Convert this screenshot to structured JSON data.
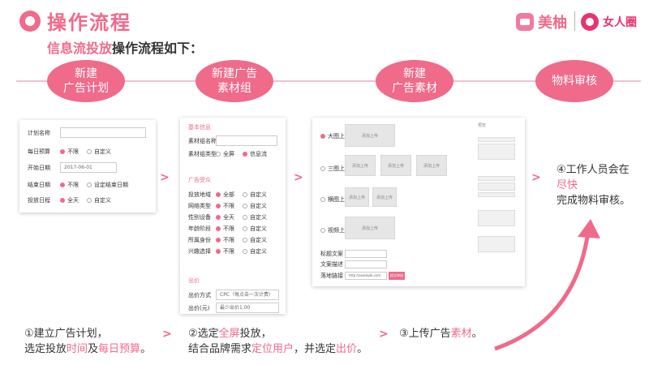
{
  "header": {
    "title": "操作流程",
    "subtitle_highlight": "信息流投放",
    "subtitle_rest": "操作流程如下：",
    "logo_meiyou": "美柚",
    "logo_nvrenquan": "女人圈"
  },
  "steps": [
    {
      "line1": "新建",
      "line2": "广告计划"
    },
    {
      "line1": "新建广告",
      "line2": "素材组"
    },
    {
      "line1": "新建",
      "line2": "广告素材"
    },
    {
      "line1": "物料审核",
      "line2": ""
    }
  ],
  "form1": {
    "plan_name_label": "计划名称",
    "daily_budget_label": "每日预算",
    "unlimited": "不限",
    "custom": "自定义",
    "start_date_label": "开始日期",
    "start_date_value": "2017-06-01",
    "end_date_label": "结束日期",
    "no_end": "设定结束日期",
    "schedule_label": "投放日程",
    "all_day": "全天"
  },
  "form2": {
    "section_basic": "基本信息",
    "group_name_label": "素材组名称",
    "group_type_label": "素材组类型",
    "type_all": "全屏",
    "type_feed": "信息流",
    "section_target": "广告受众",
    "rows": [
      {
        "label": "投放地域",
        "opt1": "全部",
        "opt2": "自定义"
      },
      {
        "label": "网络类型",
        "opt1": "不限",
        "opt2": "自定义"
      },
      {
        "label": "性别设备",
        "opt1": "全天",
        "opt2": "自定义"
      },
      {
        "label": "年龄阶段",
        "opt1": "不限",
        "opt2": "自定义"
      },
      {
        "label": "所属身份",
        "opt1": "不限",
        "opt2": "自定义"
      },
      {
        "label": "兴趣选择",
        "opt1": "不限",
        "opt2": "自定义"
      }
    ],
    "section_bid": "出价",
    "bid_mode_label": "出价方式",
    "bid_mode_value": "CPC（每点击一次计费）",
    "bid_label": "出价(元)",
    "bid_placeholder": "最少出价1.00"
  },
  "form3": {
    "opt_large": "大图上传",
    "opt_three": "三图上传",
    "opt_small": "横图上传",
    "opt_video": "视频上传",
    "upload_text": "添加上传",
    "title_label": "标题文案",
    "desc_label": "文案描述",
    "link_label": "落地链接",
    "link_placeholder": "http://example.com",
    "submit": "提交审核",
    "preview_label": "预览"
  },
  "notes": {
    "n1_l1": "①建立广告计划，",
    "n1_l2_a": "选定投放",
    "n1_l2_b": "时间",
    "n1_l2_c": "及",
    "n1_l2_d": "每日预算",
    "n1_l2_e": "。",
    "n2_l1_a": "②选定",
    "n2_l1_b": "全屏",
    "n2_l1_c": "投放，",
    "n2_l2_a": "结合品牌需求",
    "n2_l2_b": "定位用户",
    "n2_l2_c": "，并选定",
    "n2_l2_d": "出价",
    "n2_l2_e": "。",
    "n3_a": "③上传广告",
    "n3_b": "素材",
    "n3_c": "。",
    "n4_l1": "④工作人员会在",
    "n4_l2": "尽快",
    "n4_l3": "完成物料审核。"
  },
  "colors": {
    "accent": "#f06a8a",
    "accent_light": "#f4c2d0"
  }
}
